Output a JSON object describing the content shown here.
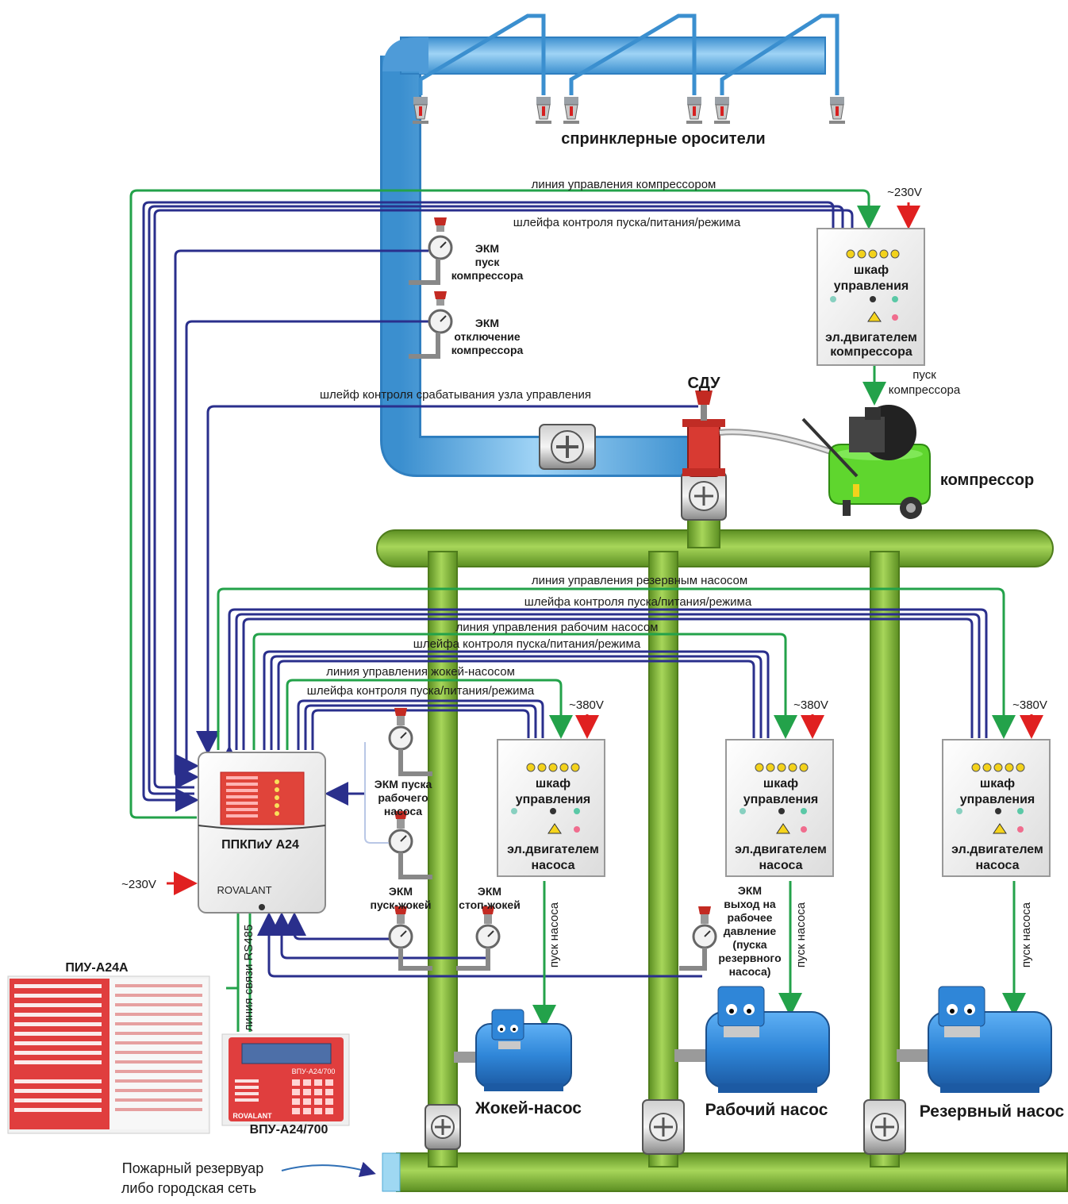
{
  "sprinklers_label": "спринклерные оросители",
  "compressor_control_line": "линия управления  компрессором",
  "compressor_loop_line": "шлейфа контроля пуска/питания/режима",
  "v230_top": "~230V",
  "ekm_compressor_start": {
    "line1": "ЭКМ",
    "line2": "пуск",
    "line3": "компрессора"
  },
  "ekm_compressor_stop": {
    "line1": "ЭКМ",
    "line2": "отключение",
    "line3": "компрессора"
  },
  "compressor_cabinet": {
    "line1": "шкаф",
    "line2": "управления",
    "line3": "эл.двигателем",
    "line4": "компрессора"
  },
  "compressor_start": {
    "line1": "пуск",
    "line2": "компрессора"
  },
  "sdu_label": "СДУ",
  "valve_loop_line": "шлейф контроля срабатывания узла управления",
  "compressor_label": "компрессор",
  "reserve_control_line": "линия управления  резервным насосом",
  "reserve_loop_line": "шлейфа контроля пуска/питания/режима",
  "work_control_line": "линия управления рабочим насосом",
  "work_loop_line": "шлейфа контроля пуска/питания/режима",
  "jockey_control_line": "линия управления жокей-насосом",
  "jockey_loop_line": "шлейфа контроля пуска/питания/режима",
  "v380_1": "~380V",
  "v380_2": "~380V",
  "v380_3": "~380V",
  "pump_cabinet_1": {
    "line1": "шкаф",
    "line2": "управления",
    "line3": "эл.двигателем",
    "line4": "насоса"
  },
  "pump_cabinet_2": {
    "line1": "шкаф",
    "line2": "управления",
    "line3": "эл.двигателем",
    "line4": "насоса"
  },
  "pump_cabinet_3": {
    "line1": "шкаф",
    "line2": "управления",
    "line3": "эл.двигателем",
    "line4": "насоса"
  },
  "ekm_work_start": {
    "line1": "ЭКМ пуска",
    "line2": "рабочего",
    "line3": "насоса"
  },
  "panel_title": "ППКПиУ А24",
  "panel_brand": "ROVALANT",
  "v230_panel": "~230V",
  "ekm_jockey_start": {
    "line1": "ЭКМ",
    "line2": "пуск-жокей"
  },
  "ekm_jockey_stop": {
    "line1": "ЭКМ",
    "line2": "стоп-жокей"
  },
  "ekm_reserve": {
    "line1": "ЭКМ",
    "line2": "выход на",
    "line3": "рабочее",
    "line4": "давление",
    "line5": "(пуска",
    "line6": "резервного",
    "line7": "насоса)"
  },
  "pump_start_1": "пуск насоса",
  "pump_start_2": "пуск насоса",
  "pump_start_3": "пуск насоса",
  "rs485_label": "линия связи RS485",
  "piu_label": "ПИУ-А24А",
  "vpu_label": "ВПУ-А24/700",
  "vpu_model": "ВПУ-А24/700",
  "vpu_brand": "ROVALANT",
  "jockey_pump": "Жокей-насос",
  "work_pump": "Рабочий насос",
  "reserve_pump": "Резервный насос",
  "reservoir": {
    "line1": "Пожарный резервуар",
    "line2": "либо городская сеть"
  },
  "colors": {
    "sky_pipe": "#5ba8dd",
    "green_pipe": "#7ab536",
    "wire_blue": "#2a2f8c",
    "wire_green": "#23a24a",
    "panel_red": "#e03a3a",
    "motor_blue": "#2f86d8",
    "compressor_green": "#5fd62e"
  }
}
